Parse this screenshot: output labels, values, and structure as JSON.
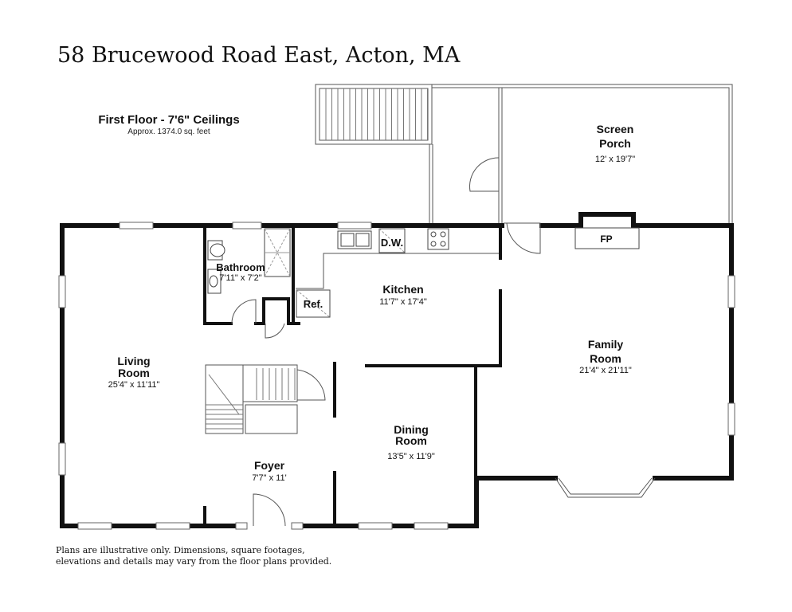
{
  "title": "58 Brucewood Road East, Acton, MA",
  "floor": {
    "heading": "First Floor - 7'6\" Ceilings",
    "area": "Approx. 1374.0 sq. feet"
  },
  "rooms": {
    "screen_porch": {
      "name1": "Screen",
      "name2": "Porch",
      "dims": "12' x 19'7\""
    },
    "bathroom": {
      "name": "Bathroom",
      "dims": "7'11\" x 7'2\""
    },
    "kitchen": {
      "name": "Kitchen",
      "dims": "11'7\" x 17'4\""
    },
    "living_room": {
      "name1": "Living",
      "name2": "Room",
      "dims": "25'4\" x 11'11\""
    },
    "family_room": {
      "name1": "Family",
      "name2": "Room",
      "dims": "21'4\" x 21'11\""
    },
    "dining_room": {
      "name1": "Dining",
      "name2": "Room",
      "dims": "13'5\" x 11'9\""
    },
    "foyer": {
      "name": "Foyer",
      "dims": "7'7\" x 11'"
    }
  },
  "fixtures": {
    "dishwasher": "D.W.",
    "refrigerator": "Ref.",
    "fireplace": "FP"
  },
  "disclaimer": {
    "line1": "Plans are illustrative only. Dimensions, square footages,",
    "line2": "elevations and details may vary from the floor plans provided."
  }
}
